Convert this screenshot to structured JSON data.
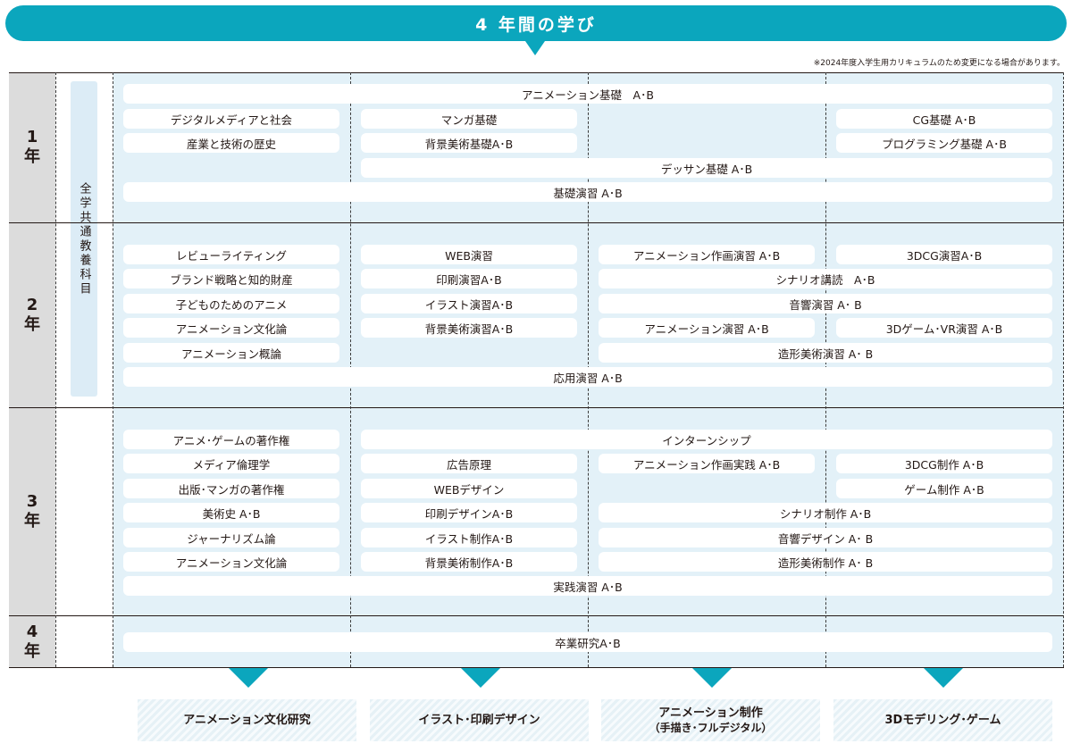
{
  "header": {
    "title": "4 年間の学び"
  },
  "note": "※2024年度入学生用カリキュラムのため変更になる場合があります。",
  "common_label": "全学共通教養科目",
  "years": [
    {
      "num": "1",
      "suffix": "年"
    },
    {
      "num": "2",
      "suffix": "年"
    },
    {
      "num": "3",
      "suffix": "年"
    },
    {
      "num": "4",
      "suffix": "年"
    }
  ],
  "year1": {
    "anim_basic": "アニメーション基礎　A･B",
    "digital_media": "デジタルメディアと社会",
    "manga_basic": "マンガ基礎",
    "cg_basic": "CG基礎 A･B",
    "industry_history": "産業と技術の歴史",
    "bg_art_basic": "背景美術基礎A･B",
    "programming_basic": "プログラミング基礎 A･B",
    "dessin_basic": "デッサン基礎 A･B",
    "basic_practice": "基礎演習 A･B"
  },
  "year2": {
    "review_writing": "レビューライティング",
    "web_practice": "WEB演習",
    "anim_drawing_practice": "アニメーション作画演習 A･B",
    "dcg_practice": "3DCG演習A･B",
    "brand_strategy": "ブランド戦略と知的財産",
    "print_practice": "印刷演習A･B",
    "scenario_lecture": "シナリオ講読　A･B",
    "kids_anime": "子どものためのアニメ",
    "illust_practice": "イラスト演習A･B",
    "sound_practice": "音響演習 A･ B",
    "anim_culture": "アニメーション文化論",
    "bg_art_practice": "背景美術演習A･B",
    "anim_practice": "アニメーション演習 A･B",
    "game_vr_practice": "3Dゲーム･VR演習 A･B",
    "anim_overview": "アニメーション概論",
    "form_art_practice": "造形美術演習 A･ B",
    "applied_practice": "応用演習 A･B"
  },
  "year3": {
    "copyright_anime_game": "アニメ･ゲームの著作権",
    "internship": "インターンシップ",
    "media_ethics": "メディア倫理学",
    "advertising": "広告原理",
    "anim_drawing_applied": "アニメーション作画実践 A･B",
    "dcg_production": "3DCG制作 A･B",
    "copyright_publishing": "出版･マンガの著作権",
    "web_design": "WEBデザイン",
    "game_production": "ゲーム制作 A･B",
    "art_history": "美術史 A･B",
    "print_design": "印刷デザインA･B",
    "scenario_production": "シナリオ制作 A･B",
    "journalism": "ジャーナリズム論",
    "illust_production": "イラスト制作A･B",
    "sound_design": "音響デザイン A･ B",
    "anim_culture": "アニメーション文化論",
    "bg_art_production": "背景美術制作A･B",
    "form_art_production": "造形美術制作 A･ B",
    "applied_practice": "実践演習 A･B"
  },
  "year4": {
    "graduation_research": "卒業研究A･B"
  },
  "courses": [
    {
      "line1": "アニメーション文化研究",
      "line2": ""
    },
    {
      "line1": "イラスト･印刷デザイン",
      "line2": ""
    },
    {
      "line1": "アニメーション制作",
      "line2": "（手描き･フルデジタル）"
    },
    {
      "line1": "3Dモデリング･ゲーム",
      "line2": ""
    }
  ],
  "colors": {
    "accent": "#0ba6bd",
    "grid_bg": "#e3f1f8",
    "year_bg": "#dcdcdc"
  }
}
